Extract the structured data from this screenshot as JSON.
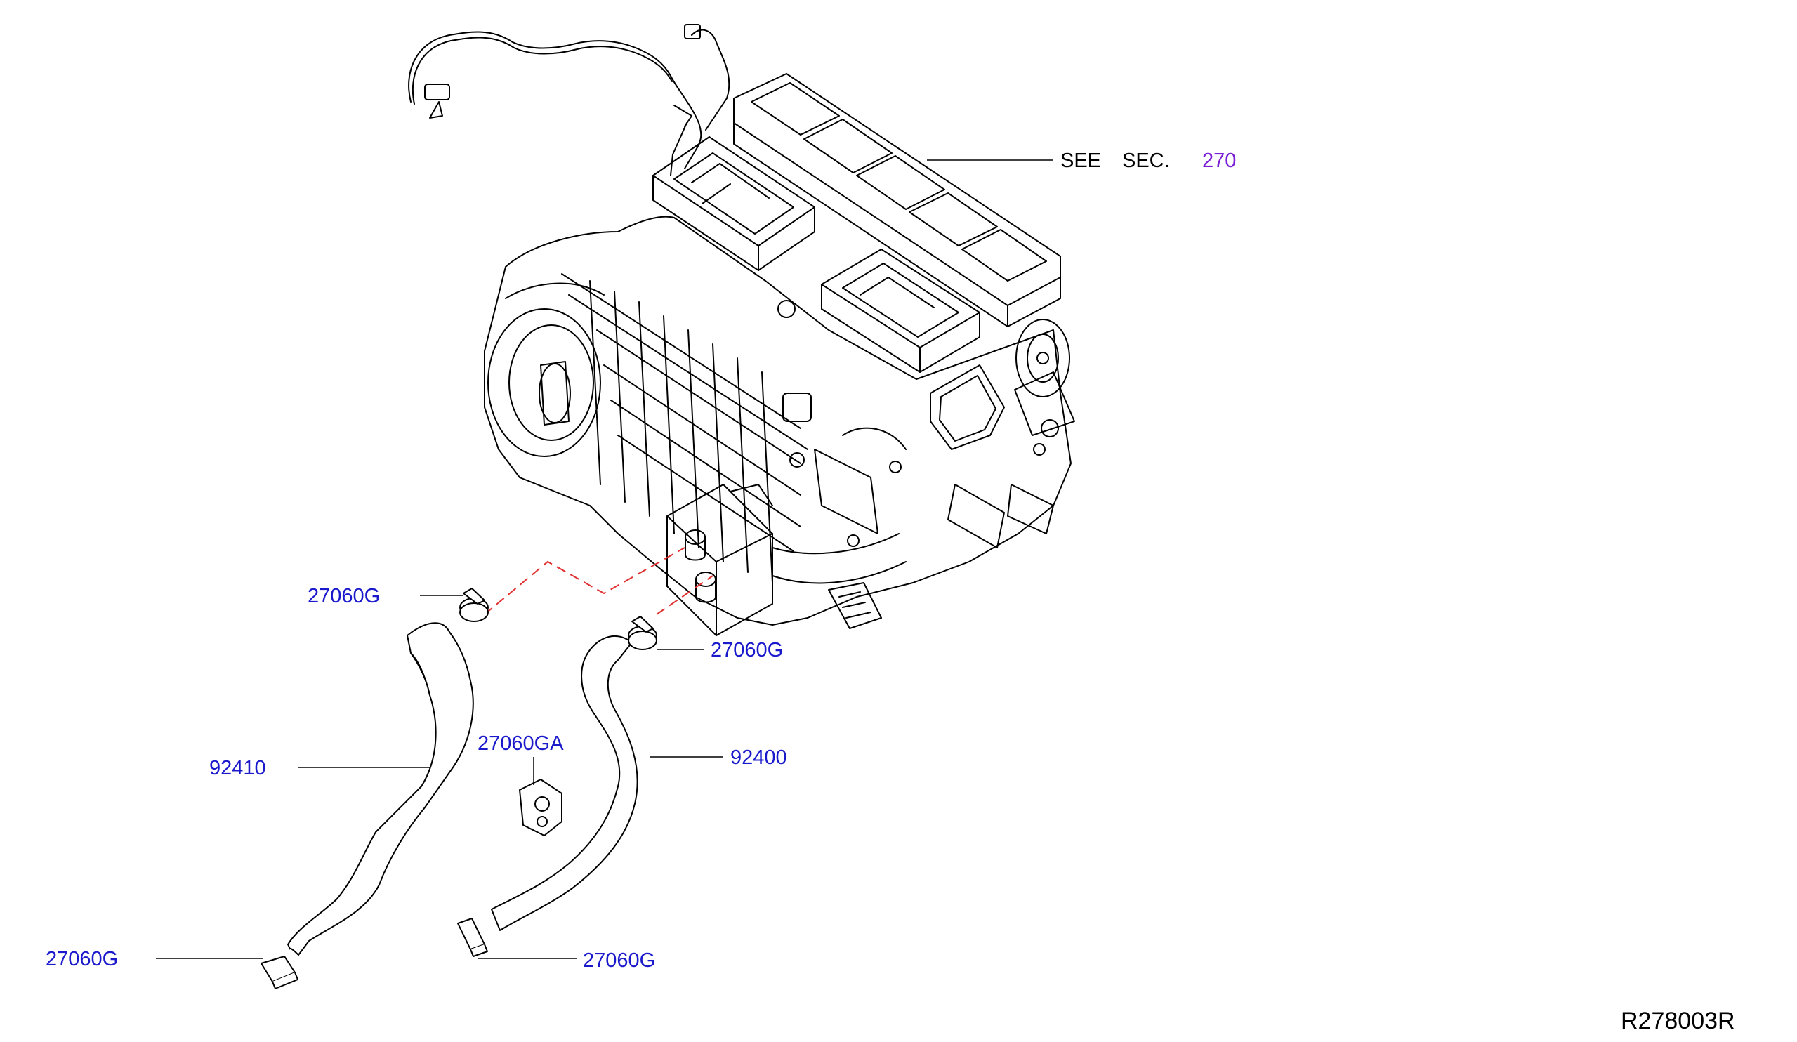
{
  "labels": {
    "see": "SEE",
    "sec": "SEC.",
    "section_number": "270",
    "clamp_upper_left": "27060G",
    "clamp_upper_right": "27060G",
    "clamp_bracket": "27060GA",
    "hose_left": "92410",
    "hose_right": "92400",
    "clamp_lower_left": "27060G",
    "clamp_lower_right": "27060G",
    "diagram_code": "R278003R"
  },
  "colors": {
    "part_link": "#1a1acc",
    "section_link": "#7a1fd6",
    "text": "#000000",
    "line": "#000000",
    "dashed_guide": "#e03030"
  }
}
